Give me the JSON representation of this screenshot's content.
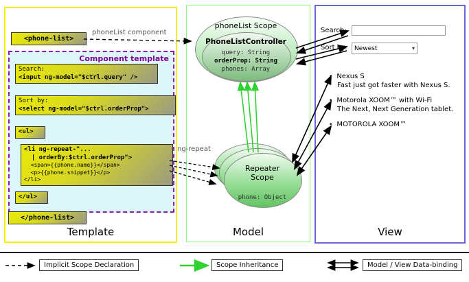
{
  "template": {
    "tag_open": "<phone-list>",
    "tag_close": "</phone-list>",
    "arrow_label": "phoneList component",
    "box_title": "Component template",
    "search_label": "Search:",
    "search_code": "<input ng-model=\"$ctrl.query\" />",
    "sort_label": "Sort by:",
    "sort_code": "<select ng-model=\"$ctrl.orderProp\">",
    "ul_open": "<ul>",
    "ul_close": "</ul>",
    "li_lines": [
      "<li ng-repeat-\"...",
      "  | orderBy:$ctrl.orderProp\">",
      "  <span>{{phone.name}}</span>",
      "  <p>{{phone.snippet}}</p>",
      "</li>"
    ],
    "caption": "Template"
  },
  "model": {
    "outer_scope": "phoneList Scope",
    "controller": "PhoneListController",
    "prop_query": "query: String",
    "prop_order": "orderProp: String",
    "prop_phones": "phones: Array",
    "ng_repeat_label": "ng-repeat",
    "repeater_line1": "Repeater",
    "repeater_line2": "Scope",
    "repeater_prop": "phone: Object",
    "caption": "Model"
  },
  "view": {
    "search_label": "Search:",
    "sort_label": "Sort by:",
    "sort_value": "Newest",
    "items": [
      {
        "title": "Nexus S",
        "desc": "Fast just got faster with Nexus S."
      },
      {
        "title": "Motorola XOOM™ with Wi-Fi",
        "desc": "The Next, Next Generation tablet."
      },
      {
        "title": "MOTOROLA XOOM™",
        "desc": ""
      }
    ],
    "caption": "View"
  },
  "legend": {
    "implicit": "Implicit Scope Declaration",
    "inheritance": "Scope Inheritance",
    "binding": "Model / View Data-binding"
  },
  "colors": {
    "template_border": "#f2f200",
    "model_border": "#7dff7d",
    "view_border": "#6868d4",
    "green_arrow": "#2fd32f"
  }
}
